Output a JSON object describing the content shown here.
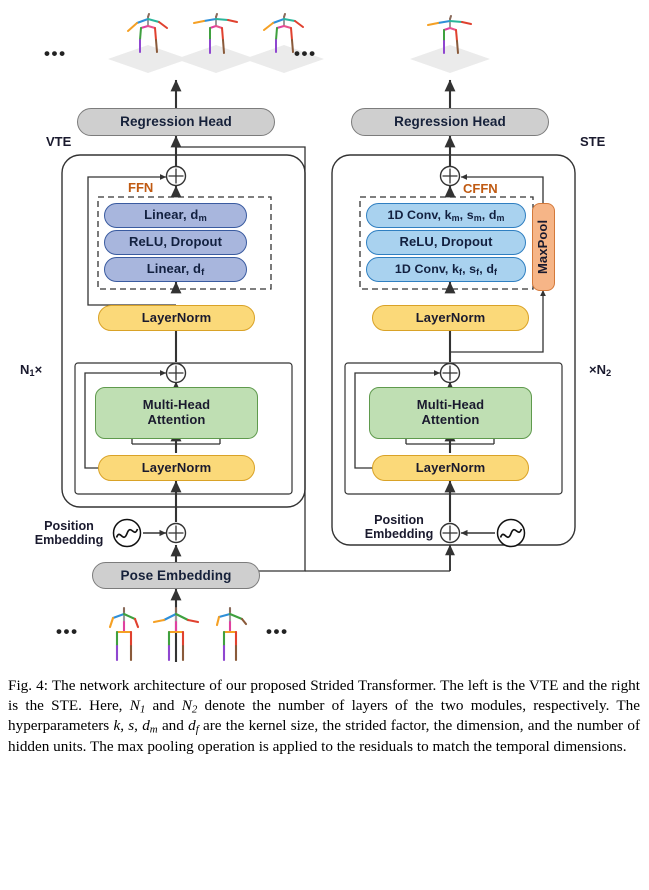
{
  "figure": {
    "branches": {
      "left": {
        "name": "VTE",
        "ffn_label": "FFN",
        "position_embedding_label": "Position\nEmbedding",
        "repeat_label": "N₁×",
        "repeat_base": "N",
        "repeat_sub": "1",
        "repeat_prefix": "",
        "repeat_suffix": "×",
        "nodes": {
          "regression_head": "Regression Head",
          "linear_dm": "Linear, d",
          "linear_dm_sub": "m",
          "relu_dropout": "ReLU, Dropout",
          "linear_df": "Linear, d",
          "linear_df_sub": "f",
          "layernorm_top": "LayerNorm",
          "attention": "Multi-Head\nAttention",
          "attention_l1": "Multi-Head",
          "attention_l2": "Attention",
          "layernorm_bottom": "LayerNorm",
          "pose_embedding": "Pose Embedding"
        }
      },
      "right": {
        "name": "STE",
        "ffn_label": "CFFN",
        "position_embedding_label": "Position\nEmbedding",
        "repeat_label": "×N₂",
        "repeat_base": "N",
        "repeat_sub": "2",
        "repeat_prefix": "×",
        "repeat_suffix": "",
        "nodes": {
          "regression_head": "Regression Head",
          "conv_m_prefix": "1D Conv, k",
          "conv_m_sub1": "m",
          "conv_m_mid1": ", s",
          "conv_m_sub2": "m",
          "conv_m_mid2": ", d",
          "conv_m_sub3": "m",
          "relu_dropout": "ReLU, Dropout",
          "conv_f_prefix": "1D Conv, k",
          "conv_f_sub1": "f",
          "conv_f_mid1": ", s",
          "conv_f_sub2": "f",
          "conv_f_mid2": ", d",
          "conv_f_sub3": "f",
          "layernorm_top": "LayerNorm",
          "attention_l1": "Multi-Head",
          "attention_l2": "Attention",
          "layernorm_bottom": "LayerNorm",
          "maxpool": "MaxPool"
        }
      }
    },
    "ellipsis": "•••",
    "icons": {
      "sine": "sine-wave-icon",
      "add": "plus-circle-icon",
      "pose_3d": "3d-skeleton-icon",
      "pose_2d": "2d-skeleton-icon"
    },
    "colors": {
      "gray_node": "#cfcfcf",
      "blue_node": "#a8b6dd",
      "light_blue_node": "#a9d2ef",
      "yellow_node": "#fbd979",
      "green_node": "#bfdfb3",
      "orange_node": "#f6b587",
      "label_orange": "#c05a12",
      "line": "#333333",
      "ground_plane": "#ebebeb"
    }
  },
  "caption": {
    "prefix": "Fig. 4:",
    "s1": " The network architecture of our proposed Strided Transformer. The left is the VTE and the right is the STE. Here, ",
    "n1": "N",
    "n1_sub": "1",
    "s2": " and ",
    "n2": "N",
    "n2_sub": "2",
    "s3": " denote the number of layers of the two modules, respectively. The hyperparameters ",
    "k": "k",
    "s4": ", ",
    "s": "s",
    "s5": ", ",
    "dm": "d",
    "dm_sub": "m",
    "s6": " and ",
    "df": "d",
    "df_sub": "f",
    "s7": " are the kernel size, the strided factor, the dimension, and the number of hidden units. The max pooling operation is applied to the residuals to match the temporal dimensions."
  }
}
